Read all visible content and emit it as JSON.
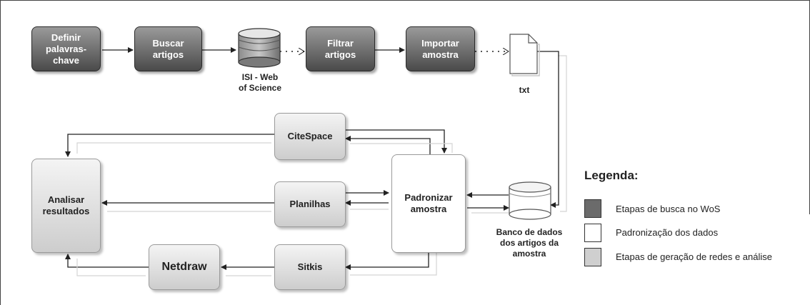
{
  "nodes": {
    "definir": "Definir\npalavras-\nchave",
    "buscar": "Buscar\nartigos",
    "isi": "ISI - Web\nof Science",
    "filtrar": "Filtrar\nartigos",
    "importar": "Importar\namostra",
    "txt": "txt",
    "citespace": "CiteSpace",
    "planilhas": "Planilhas",
    "sitkis": "Sitkis",
    "netdraw": "Netdraw",
    "analisar": "Analisar\nresultados",
    "padronizar": "Padronizar\namostra",
    "banco": "Banco de dados\ndos artigos da\namostra"
  },
  "legend": {
    "title": "Legenda:",
    "items": [
      {
        "label": "Etapas de busca no WoS",
        "color": "#6b6b6b"
      },
      {
        "label": "Padronização dos dados",
        "color": "#ffffff"
      },
      {
        "label": "Etapas de geração de redes e análise",
        "color": "#cfcfcf"
      }
    ]
  },
  "colors": {
    "search_step": "#6b6b6b",
    "standardization": "#ffffff",
    "analysis_step": "#cfcfcf",
    "arrow": "#222222",
    "shadow_arrow": "#d4d4d4"
  }
}
